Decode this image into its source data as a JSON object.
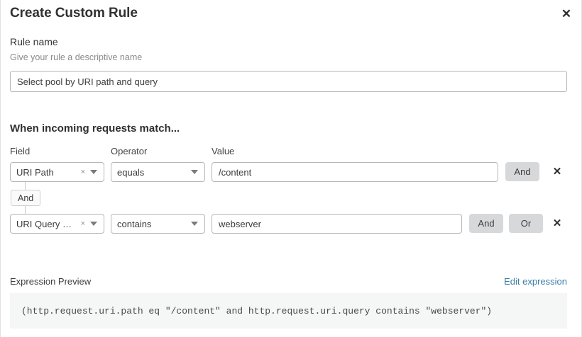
{
  "dialog": {
    "title": "Create Custom Rule",
    "close_icon": "close-icon"
  },
  "rule_name": {
    "label": "Rule name",
    "hint": "Give your rule a descriptive name",
    "value": "Select pool by URI path and query",
    "placeholder": "Select pool by URI path and query"
  },
  "match_section": {
    "heading": "When incoming requests match...",
    "columns": {
      "field": "Field",
      "operator": "Operator",
      "value": "Value"
    },
    "connector": {
      "label": "And"
    },
    "rows": [
      {
        "field": "URI Path",
        "field_clear_icon": "×",
        "operator": "equals",
        "value": "/content",
        "logic_buttons": [
          "And"
        ],
        "delete_icon": "✕"
      },
      {
        "field": "URI Query St...",
        "field_clear_icon": "×",
        "operator": "contains",
        "value": "webserver",
        "logic_buttons": [
          "And",
          "Or"
        ],
        "delete_icon": "✕"
      }
    ]
  },
  "expression_preview": {
    "label": "Expression Preview",
    "edit_link": "Edit expression",
    "expression": "(http.request.uri.path eq \"/content\" and http.request.uri.query contains \"webserver\")"
  },
  "colors": {
    "accent_link": "#3a7ca8",
    "logic_button_bg": "#d7d8d9",
    "code_bg": "#f5f6f6",
    "border": "#b6b6b6"
  }
}
